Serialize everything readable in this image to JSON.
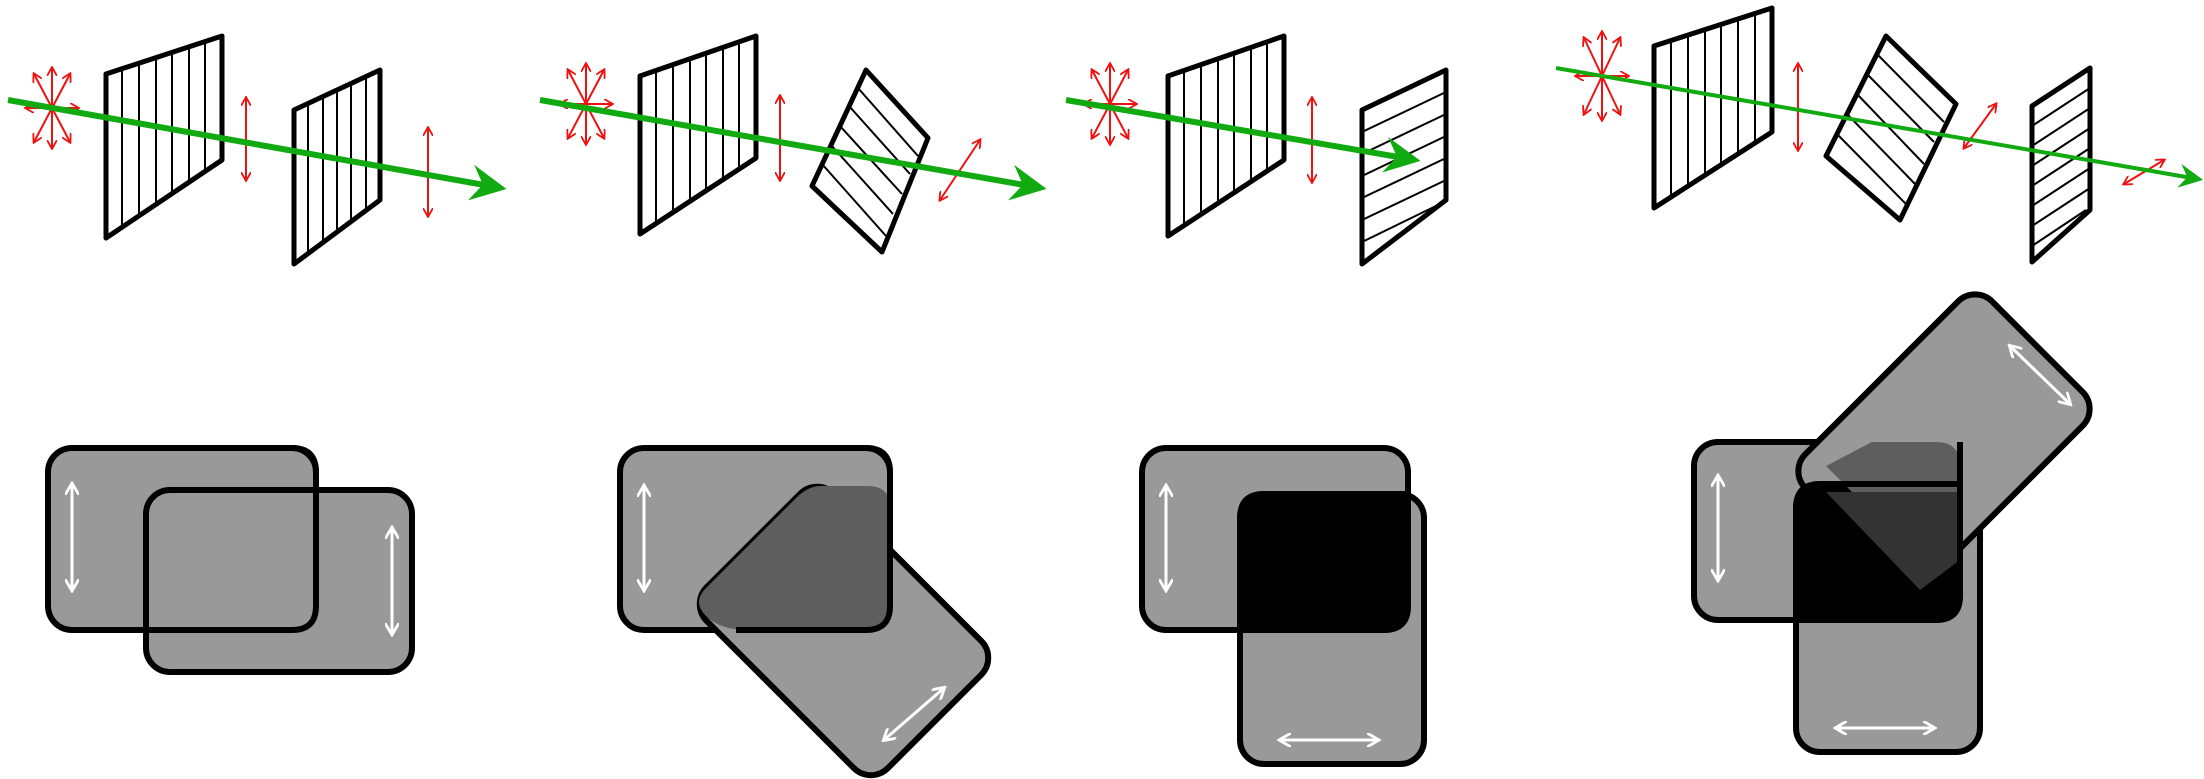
{
  "colors": {
    "beam": "#11aa11",
    "polarization": "#ee1111",
    "filter_outline": "#000000",
    "filter_fill": "#ffffff",
    "sheet_gray": "#999999",
    "sheet_overlap_mid": "#5e5e5e",
    "sheet_overlap_dark": "#333333",
    "sheet_overlap_black": "#000000",
    "axis_arrow": "#ffffff"
  },
  "scenes": [
    {
      "id": "scene-1",
      "description_key": "parallel-filters",
      "second_filter_angle_deg": 0
    },
    {
      "id": "scene-2",
      "description_key": "45-degree-filters",
      "second_filter_angle_deg": 45
    },
    {
      "id": "scene-3",
      "description_key": "crossed-filters",
      "second_filter_angle_deg": 90
    },
    {
      "id": "scene-4",
      "description_key": "three-filters",
      "second_filter_angle_deg": 45,
      "third_filter_angle_deg": 90
    }
  ]
}
